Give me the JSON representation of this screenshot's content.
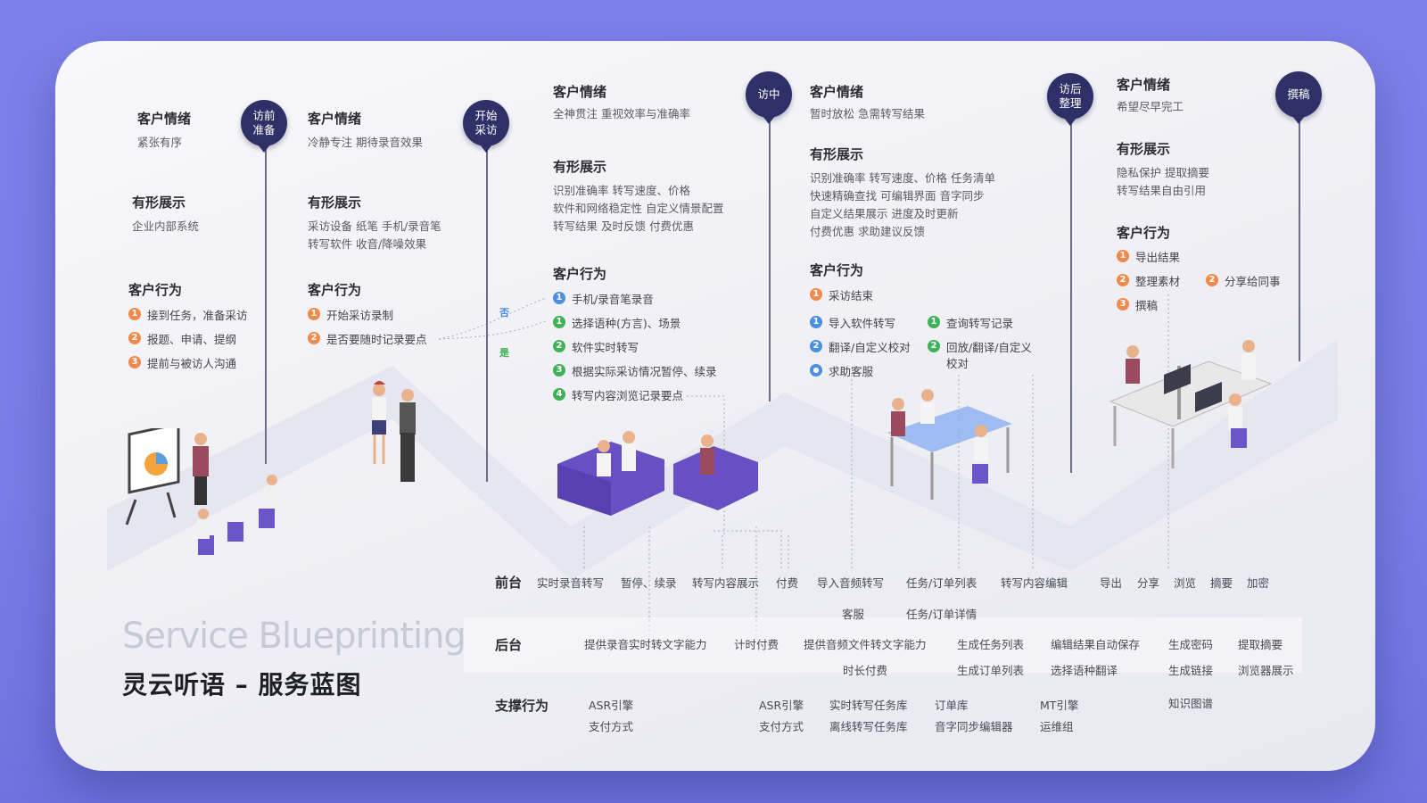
{
  "title_en": "Service Blueprinting",
  "title_cn": "灵云听语 – 服务蓝图",
  "colors": {
    "background": "#7b7de6",
    "pin": "#2f3068",
    "num_orange": "#f08a4b",
    "num_blue": "#4a8fe0",
    "num_green": "#3fb157"
  },
  "stages": {
    "s1": {
      "pin": "访前准备"
    },
    "s2": {
      "pin": "开始采访"
    },
    "s3": {
      "pin": "访中"
    },
    "s4": {
      "pin": "访后整理"
    },
    "s5": {
      "pin": "撰稿"
    }
  },
  "labels": {
    "emotion": "客户情绪",
    "tangible": "有形展示",
    "behavior": "客户行为"
  },
  "c1": {
    "emotion": "紧张有序",
    "tangible": "企业内部系统",
    "b1": "接到任务，准备采访",
    "b2": "报题、申请、提纲",
    "b3": "提前与被访人沟通"
  },
  "c2": {
    "emotion": "冷静专注   期待录音效果",
    "tangible1": "采访设备   纸笔   手机/录音笔",
    "tangible2": "转写软件   收音/降噪效果",
    "b1": "开始采访录制",
    "b2": "是否要随时记录要点",
    "no": "否",
    "yes": "是"
  },
  "c3": {
    "emotion": "全神贯注   重视效率与准确率",
    "tangible1": "识别准确率   转写速度、价格",
    "tangible2": "软件和网络稳定性   自定义情景配置",
    "tangible3": "转写结果   及时反馈   付费优惠",
    "b1": "手机/录音笔录音",
    "b2": "选择语种(方言)、场景",
    "b3": "软件实时转写",
    "b4": "根据实际采访情况暂停、续录",
    "b5": "转写内容浏览记录要点"
  },
  "c4": {
    "emotion": "暂时放松   急需转写结果",
    "tangible1": "识别准确率   转写速度、价格   任务清单",
    "tangible2": "快速精确查找   可编辑界面   音字同步",
    "tangible3": "自定义结果展示   进度及时更新",
    "tangible4": "付费优惠   求助建议反馈",
    "b1": "采访结束",
    "b2": "导入软件转写",
    "b3": "查询转写记录",
    "b4": "翻译/自定义校对",
    "b5": "回放/翻译/自定义",
    "b5b": "校对",
    "b6": "求助客服"
  },
  "c5": {
    "emotion": "希望尽早完工",
    "tangible1": "隐私保护   提取摘要",
    "tangible2": "转写结果自由引用",
    "b1": "导出结果",
    "b2": "整理素材",
    "b3": "分享给同事",
    "b4": "撰稿"
  },
  "lanes": {
    "front": {
      "label": "前台",
      "items": [
        "实时录音转写",
        "暂停、续录",
        "转写内容展示",
        "付费",
        "导入音频转写",
        "任务/订单列表",
        "转写内容编辑",
        "导出",
        "分享",
        "浏览",
        "摘要",
        "加密"
      ],
      "row2": [
        "客服",
        "任务/订单详情"
      ]
    },
    "back": {
      "label": "后台",
      "row1": [
        "提供录音实时转文字能力",
        "计时付费",
        "提供音频文件转文字能力",
        "生成任务列表",
        "编辑结果自动保存",
        "生成密码",
        "提取摘要"
      ],
      "row2": [
        "时长付费",
        "生成订单列表",
        "选择语种翻译",
        "生成链接",
        "浏览器展示"
      ]
    },
    "support": {
      "label": "支撑行为",
      "row1": [
        "ASR引擎",
        "ASR引擎",
        "实时转写任务库",
        "订单库",
        "MT引擎",
        "知识图谱"
      ],
      "row2": [
        "支付方式",
        "支付方式",
        "离线转写任务库",
        "音字同步编辑器",
        "运维组"
      ]
    }
  }
}
